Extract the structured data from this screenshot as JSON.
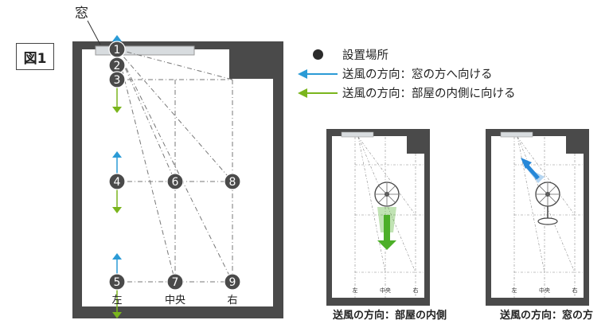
{
  "figure_label": "図1",
  "window_label": "窓",
  "legend": {
    "location": "設置場所",
    "toward_window": "送風の方向：窓の方へ向ける",
    "toward_inside": "送風の方向：部屋の内側に向ける"
  },
  "positions": [
    "1",
    "2",
    "3",
    "4",
    "5",
    "6",
    "7",
    "8",
    "9"
  ],
  "column_labels": {
    "left": "左",
    "center": "中央",
    "right": "右"
  },
  "captions": {
    "inside": "送風の方向：部屋の内側",
    "window": "送風の方向：窓の方"
  },
  "colors": {
    "wall": "#4a4a4a",
    "window": "#d8dcdf",
    "blue_arrow": "#2b9bd6",
    "green_arrow": "#7ab51d",
    "marker": "#4a4a4a",
    "fan_green": "#4caf28",
    "fan_blue": "#2788d8"
  }
}
